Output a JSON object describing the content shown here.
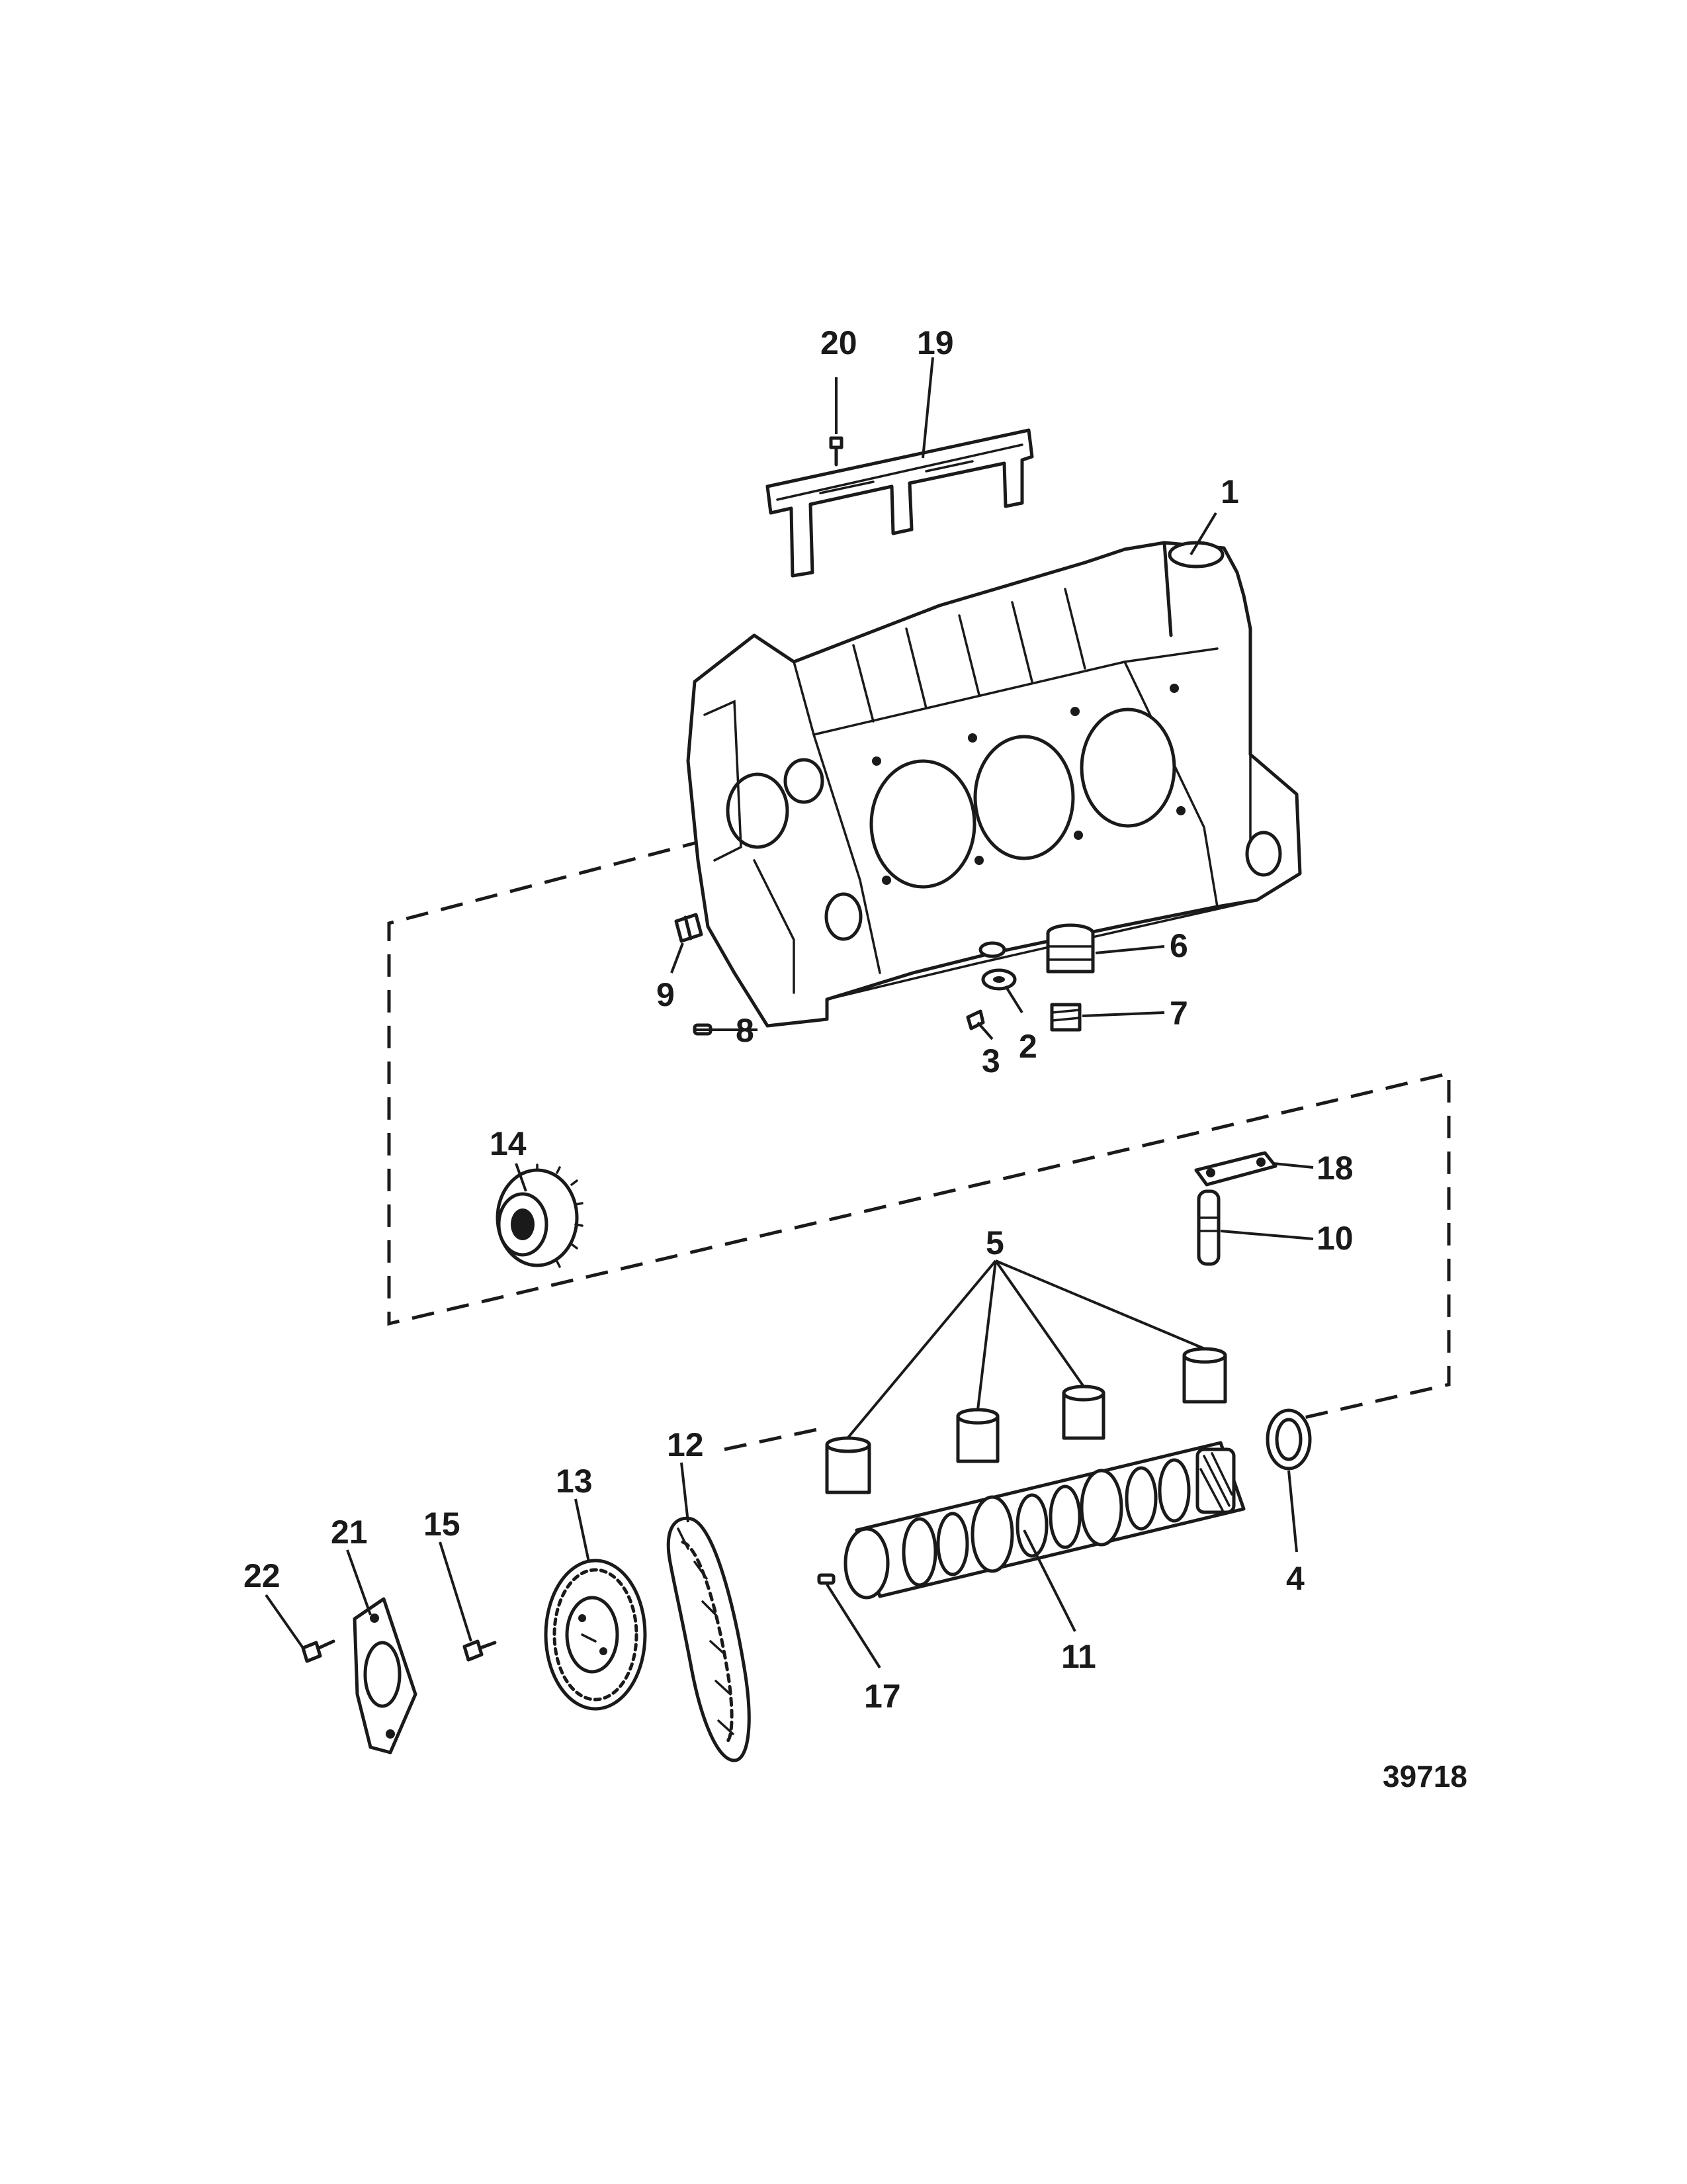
{
  "callouts": {
    "c1": "1",
    "c2": "2",
    "c3": "3",
    "c4": "4",
    "c5": "5",
    "c6": "6",
    "c7": "7",
    "c8": "8",
    "c9": "9",
    "c10": "10",
    "c11": "11",
    "c12": "12",
    "c13": "13",
    "c14": "14",
    "c15": "15",
    "c17": "17",
    "c18": "18",
    "c19": "19",
    "c20": "20",
    "c21": "21",
    "c22": "22"
  },
  "figure_number": "39718"
}
